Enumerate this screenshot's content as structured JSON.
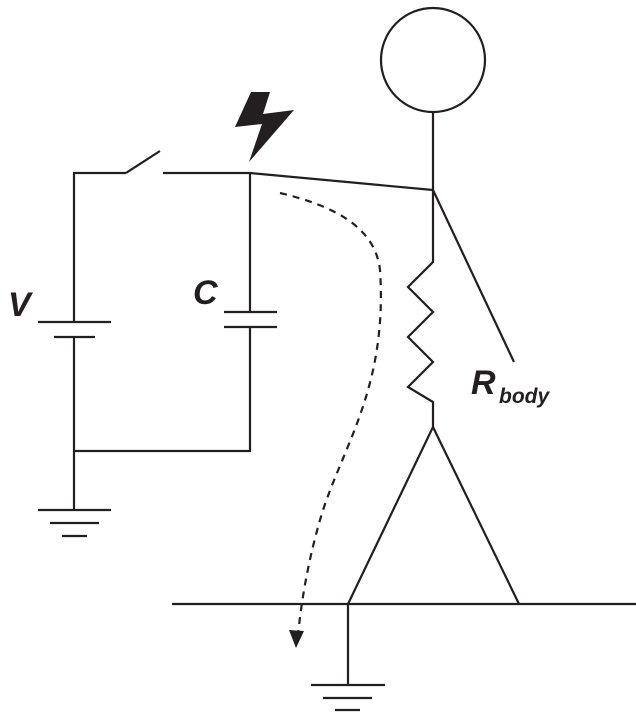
{
  "labels": {
    "voltage": "V",
    "capacitor": "C",
    "resistance_main": "R",
    "resistance_sub": "body"
  },
  "icons": {
    "spark": "lightning-bolt-icon",
    "ground": "ground-symbol-icon"
  },
  "colors": {
    "ink": "#231f20",
    "background": "#ffffff"
  }
}
